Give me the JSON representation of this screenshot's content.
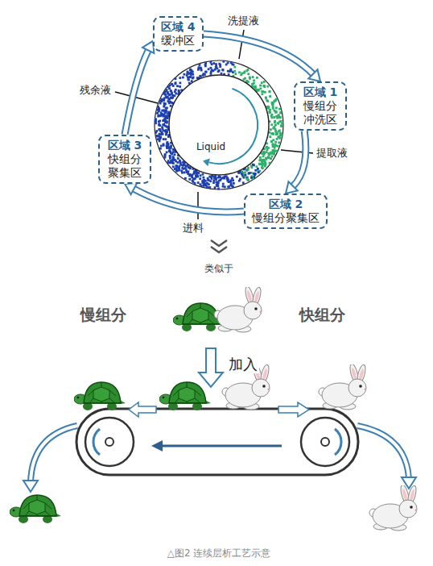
{
  "diagram": {
    "caption": "△图2 连续层析工艺示意",
    "nodes": [
      {
        "text": [
          "区域 4",
          "缓冲区"
        ]
      },
      {
        "text": [
          "区域 1",
          "慢组分 冲洗区"
        ]
      },
      {
        "text": [
          "区域 3",
          "快组分 聚集区"
        ]
      },
      {
        "text": [
          "区域 2",
          "慢组分聚集区"
        ]
      }
    ],
    "edges": [
      {
        "from": 0,
        "to": 1,
        "arrow": "to"
      },
      {
        "from": 1,
        "to": 3,
        "arrow": "to"
      },
      {
        "from": 3,
        "to": 2,
        "arrow": "to"
      },
      {
        "from": 2,
        "to": 0,
        "arrow": "to"
      }
    ],
    "labels": [
      "洗提液",
      "提取液",
      "进料",
      "残余液",
      "Liquid",
      "类似于",
      "慢组分",
      "快组分",
      "加入"
    ]
  }
}
